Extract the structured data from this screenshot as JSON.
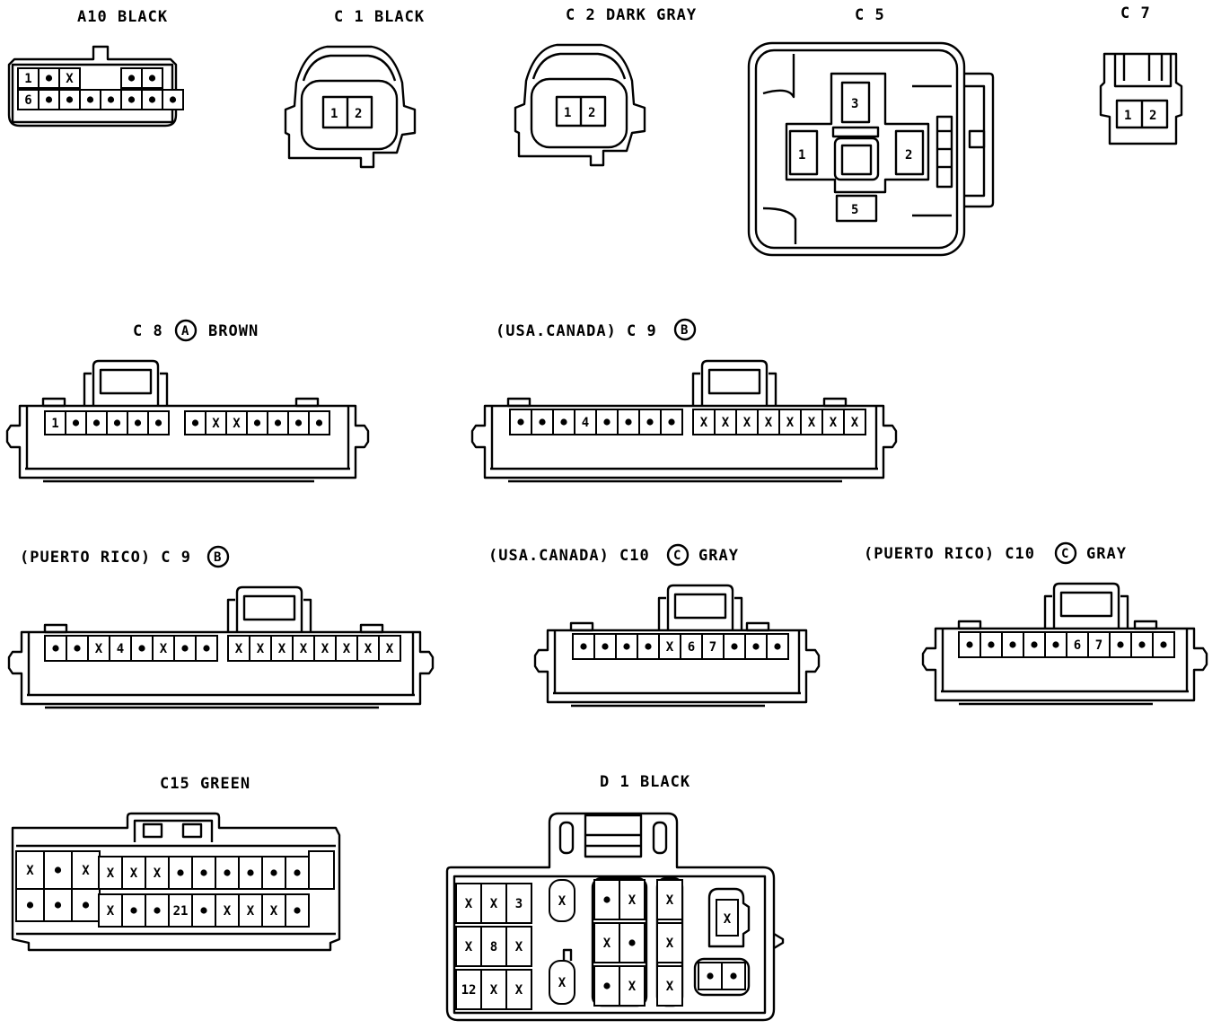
{
  "connectors": {
    "a10": {
      "label": "A10 BLACK",
      "rows": [
        [
          "1",
          "•",
          "X",
          "",
          "",
          "",
          "•",
          "•"
        ],
        [
          "6",
          "•",
          "•",
          "•",
          "•",
          "•",
          "•",
          "•"
        ]
      ]
    },
    "c1": {
      "label": "C 1 BLACK",
      "pins": [
        "1",
        "2"
      ]
    },
    "c2": {
      "label": "C 2 DARK GRAY",
      "pins": [
        "1",
        "2"
      ]
    },
    "c5": {
      "label": "C 5",
      "pins": [
        "3",
        "1",
        "2",
        "5"
      ]
    },
    "c7": {
      "label": "C 7",
      "pins": [
        "1",
        "2"
      ]
    },
    "c8": {
      "label_pre": "C 8",
      "badge": "A",
      "label_post": "BROWN",
      "left": [
        "1",
        "•",
        "•",
        "•",
        "•",
        "•"
      ],
      "right": [
        "•",
        "X",
        "X",
        "•",
        "•",
        "•",
        "•"
      ]
    },
    "c9_us": {
      "label_pre": "(USA.CANADA) C 9",
      "badge": "B",
      "label_post": "",
      "left": [
        "•",
        "•",
        "•",
        "4",
        "•",
        "•",
        "•",
        "•"
      ],
      "right": [
        "X",
        "X",
        "X",
        "X",
        "X",
        "X",
        "X",
        "X"
      ]
    },
    "c9_pr": {
      "label_pre": "(PUERTO RICO) C 9",
      "badge": "B",
      "label_post": "",
      "left": [
        "•",
        "•",
        "X",
        "4",
        "•",
        "X",
        "•",
        "•"
      ],
      "right": [
        "X",
        "X",
        "X",
        "X",
        "X",
        "X",
        "X",
        "X"
      ]
    },
    "c10_us": {
      "label_pre": "(USA.CANADA) C10",
      "badge": "C",
      "label_post": "GRAY",
      "pins": [
        "•",
        "•",
        "•",
        "•",
        "X",
        "6",
        "7",
        "•",
        "•",
        "•"
      ]
    },
    "c10_pr": {
      "label_pre": "(PUERTO RICO) C10",
      "badge": "C",
      "label_post": "GRAY",
      "pins": [
        "•",
        "•",
        "•",
        "•",
        "•",
        "6",
        "7",
        "•",
        "•",
        "•"
      ]
    },
    "c15": {
      "label": "C15 GREEN",
      "top": [
        "X",
        "•",
        "X",
        "X",
        "X",
        "X",
        "•",
        "•",
        "•",
        "•",
        "•",
        "•"
      ],
      "bot": [
        "•",
        "•",
        "•",
        "X",
        "•",
        "•",
        "21",
        "•",
        "X",
        "X",
        "X",
        "•"
      ]
    },
    "d1": {
      "label": "D 1 BLACK",
      "grid": [
        [
          "X",
          "X",
          "3"
        ],
        [
          "X",
          "8",
          "X"
        ],
        [
          "12",
          "X",
          "X"
        ]
      ],
      "mid": [
        "•",
        "X",
        "X",
        "•",
        "•",
        "X"
      ],
      "right": [
        "X",
        "X",
        "X"
      ],
      "single1": "X",
      "single2": "X",
      "side": "X",
      "pair": [
        "•",
        "•"
      ]
    }
  }
}
